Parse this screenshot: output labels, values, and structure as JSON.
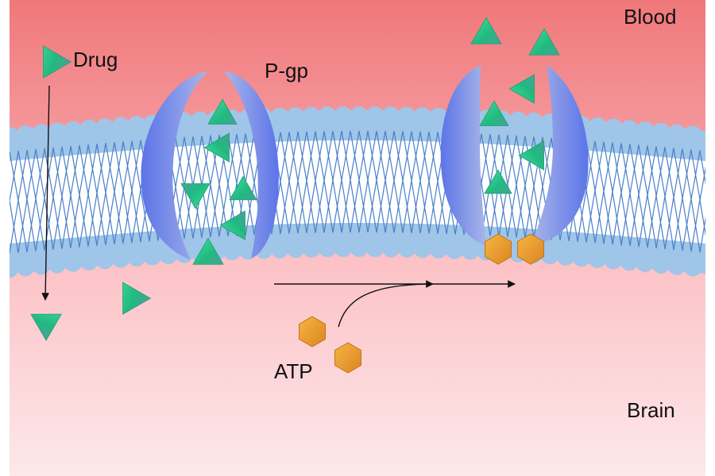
{
  "labels": {
    "blood": "Blood",
    "brain": "Brain",
    "drug": "Drug",
    "pgp": "P-gp",
    "atp": "ATP"
  },
  "colors": {
    "blood_top": "#f0787a",
    "blood_band": "#f56a70",
    "brain_mid": "#fcc2c6",
    "brain_bottom": "#fde6e8",
    "membrane_head": "#9fc5e8",
    "membrane_tail": "#4a7fc9",
    "membrane_core": "#ffffff",
    "pgp_blue": "#6a83ee",
    "pgp_light": "#a9b4e6",
    "drug_green": "#2bcf8f",
    "drug_dark": "#1ca070",
    "atp_orange": "#f0a02a",
    "atp_dark": "#c0761a",
    "arrow": "#111111"
  },
  "icons": {
    "drug": "green-triangle",
    "atp": "orange-hexagon",
    "transporter": "blue-crescent-pair"
  }
}
